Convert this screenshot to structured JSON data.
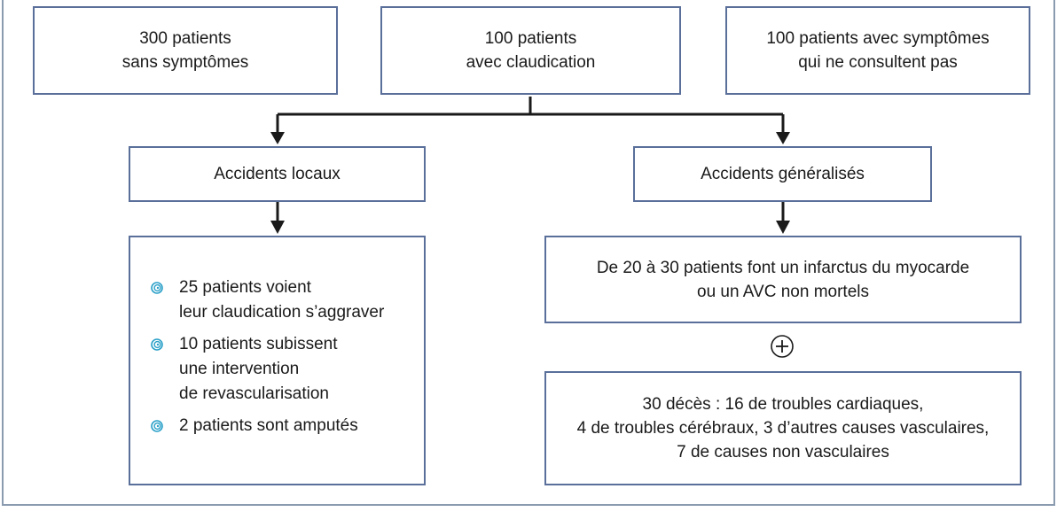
{
  "colors": {
    "border": "#5a6f9a",
    "connector": "#1a1a1a",
    "bullet": "#2aa0c8",
    "frame": "#8a9bb0"
  },
  "boxes": {
    "b1": [
      "300 patients",
      "sans symptômes"
    ],
    "b2": [
      "100 patients",
      "avec claudication"
    ],
    "b3": [
      "100 patients avec symptômes",
      "qui ne consultent pas"
    ],
    "local": "Accidents locaux",
    "general": "Accidents généralisés",
    "mi": [
      "De 20 à 30 patients font un infarctus du myocarde",
      "ou un AVC non mortels"
    ],
    "deaths": [
      "30 décès : 16 de troubles cardiaques,",
      "4 de troubles cérébraux, 3 d’autres causes vasculaires,",
      "7 de causes non vasculaires"
    ]
  },
  "local_outcomes": [
    [
      "25 patients voient",
      "leur claudication s’aggraver"
    ],
    [
      "10 patients subissent",
      "une intervention",
      "de revascularisation"
    ],
    [
      "2 patients sont amputés"
    ]
  ],
  "icons": {
    "bullet": "spiral-bullet-icon",
    "plus": "plus-circle-icon"
  }
}
